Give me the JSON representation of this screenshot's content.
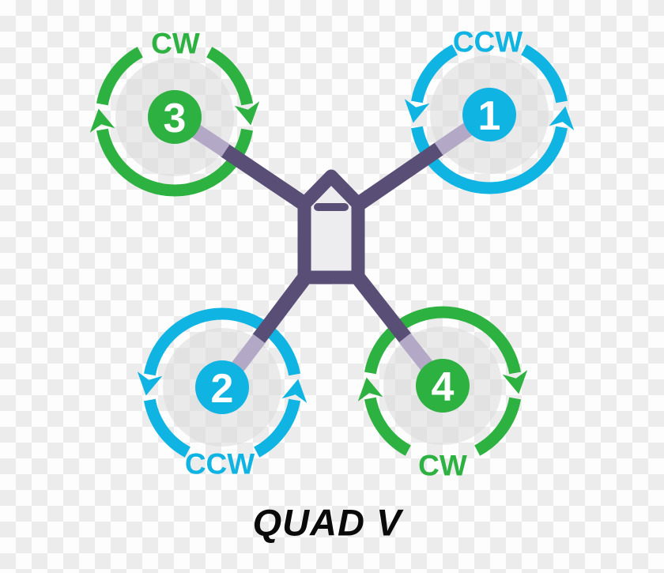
{
  "diagram": {
    "title": "QUAD V"
  },
  "motors": [
    {
      "number": "1",
      "rotation": "CCW",
      "position": "top-right",
      "color_name": "cyan"
    },
    {
      "number": "2",
      "rotation": "CCW",
      "position": "bottom-left",
      "color_name": "cyan"
    },
    {
      "number": "3",
      "rotation": "CW",
      "position": "top-left",
      "color_name": "green"
    },
    {
      "number": "4",
      "rotation": "CW",
      "position": "bottom-right",
      "color_name": "green"
    }
  ],
  "icons": {
    "cw_rotation": "circular-arrows-clockwise",
    "ccw_rotation": "circular-arrows-counterclockwise"
  },
  "colors": {
    "green": "#2db140",
    "cyan": "#10b4e3",
    "purple": "#594e76",
    "lavender": "#b3a9c7",
    "disc": "#d8d8d8",
    "body_fill": "#ededef",
    "title_color": "#0a0a0a",
    "checker_light": "#fdfdfd",
    "checker_dark": "#ececec"
  }
}
